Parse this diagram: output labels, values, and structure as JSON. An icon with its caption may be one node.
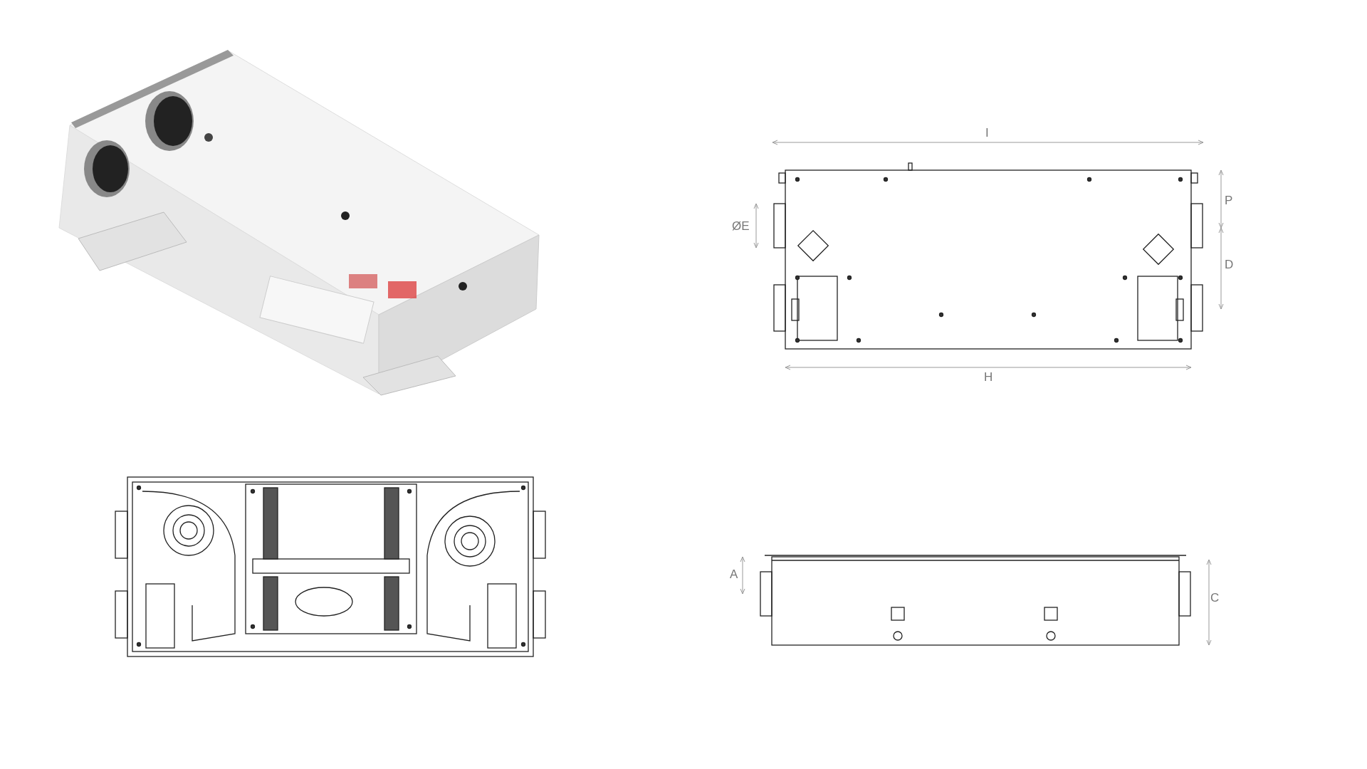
{
  "diagram": {
    "labels": [
      "I",
      "ØE",
      "P",
      "D",
      "H",
      "A",
      "C"
    ]
  }
}
